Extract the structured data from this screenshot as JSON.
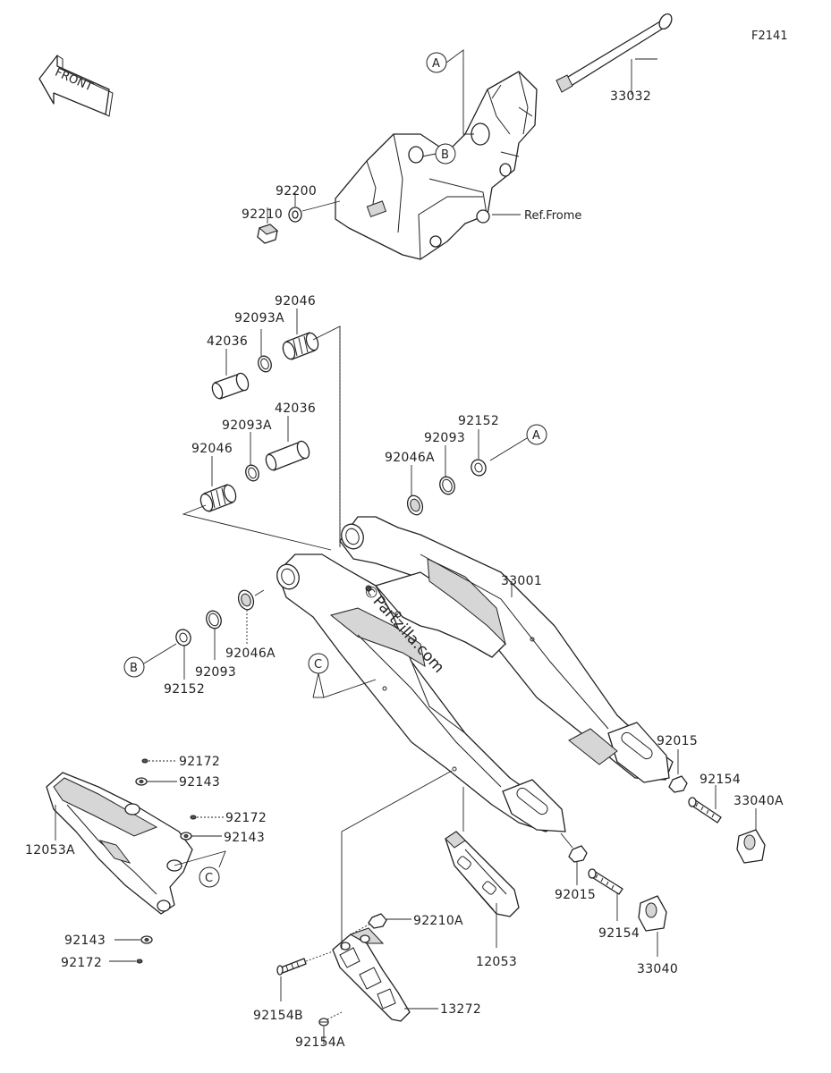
{
  "figure_code": "F2141",
  "front_label": "FRONT",
  "ref_frame_label": "Ref.Frome",
  "watermark": "©Partzilla.com",
  "callouts": {
    "a_top": "A",
    "b_top": "B",
    "a_right": "A",
    "b_left": "B",
    "c_mid": "C",
    "c_guard": "C"
  },
  "parts": {
    "p33032": "33032",
    "p92200": "92200",
    "p92210": "92210",
    "p92046_top": "92046",
    "p92093A_top": "92093A",
    "p42036_top": "42036",
    "p42036_mid": "42036",
    "p92093A_mid": "92093A",
    "p92046_mid": "92046",
    "p92152_right": "92152",
    "p92093_right": "92093",
    "p92046A_right": "92046A",
    "p33001": "33001",
    "p92046A_left": "92046A",
    "p92093_left": "92093",
    "p92152_left": "92152",
    "p92015_right": "92015",
    "p92154_right": "92154",
    "p33040A": "33040A",
    "p92172_a": "92172",
    "p92143_a": "92143",
    "p92172_b": "92172",
    "p92143_b": "92143",
    "p12053A": "12053A",
    "p92143_c": "92143",
    "p92172_c": "92172",
    "p92210A": "92210A",
    "p12053": "12053",
    "p92015_left": "92015",
    "p92154_left": "92154",
    "p33040": "33040",
    "p92154B": "92154B",
    "p13272": "13272",
    "p92154A": "92154A"
  }
}
